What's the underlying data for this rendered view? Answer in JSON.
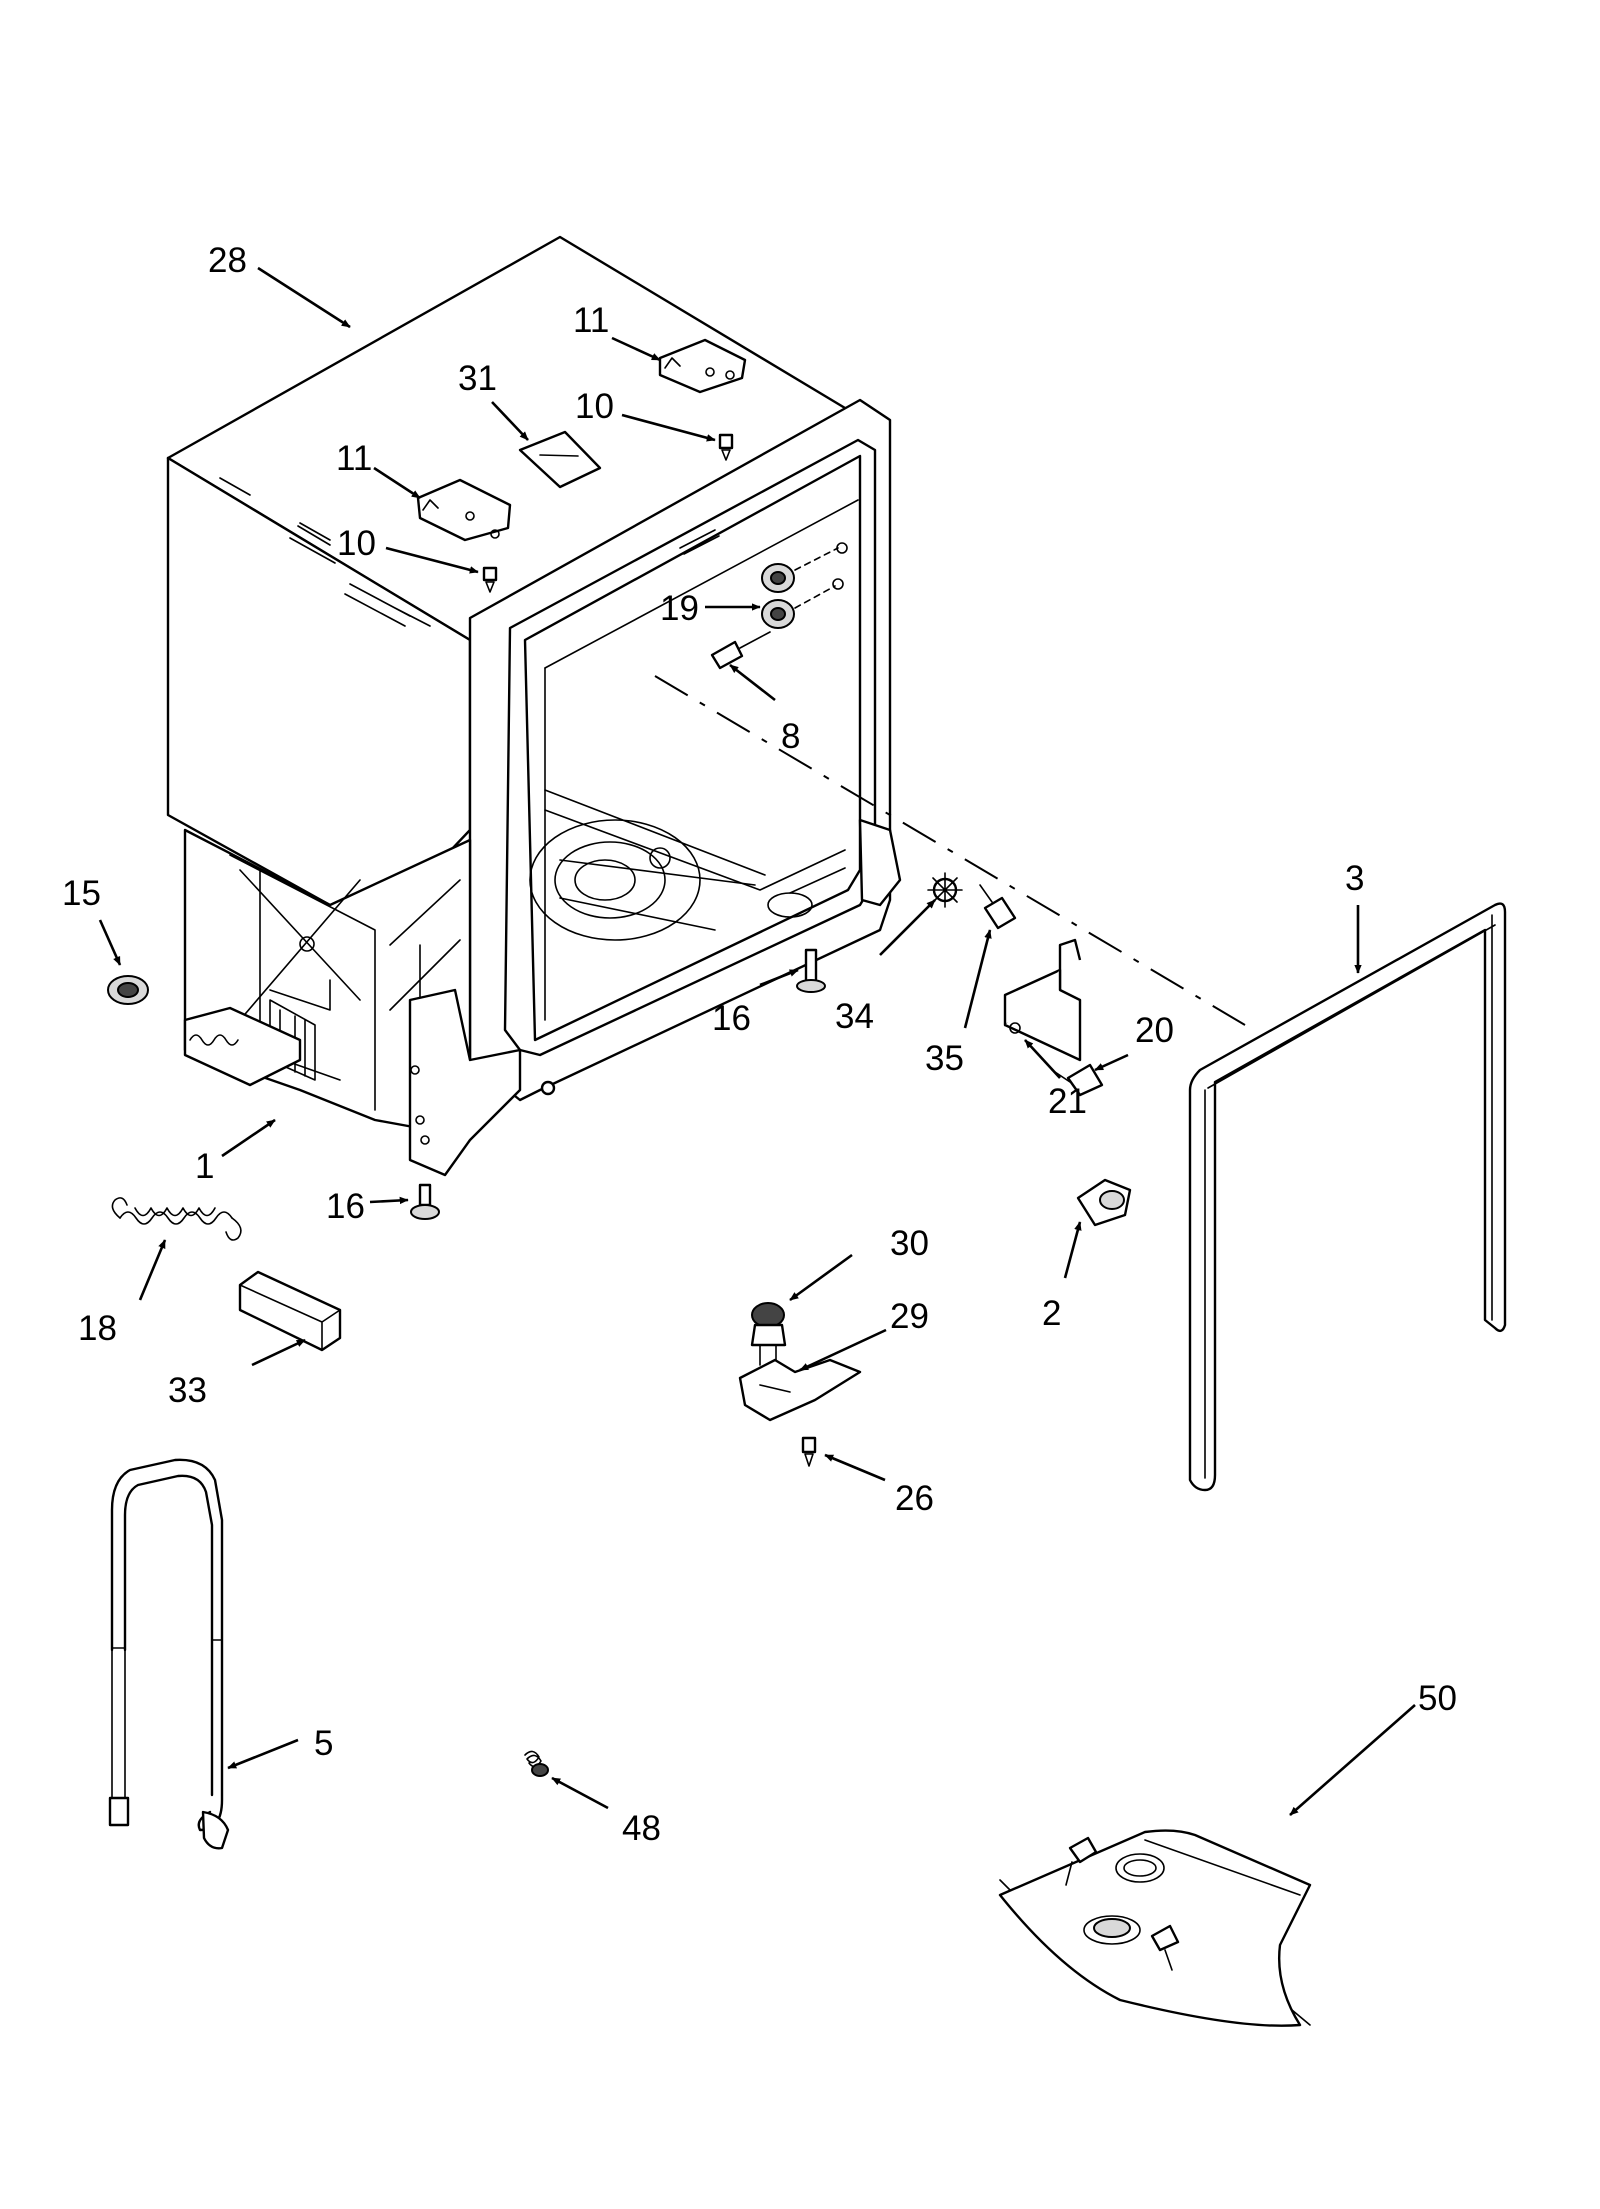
{
  "diagram": {
    "callouts": [
      {
        "id": "28",
        "text": "28"
      },
      {
        "id": "11a",
        "text": "11"
      },
      {
        "id": "31",
        "text": "31"
      },
      {
        "id": "10a",
        "text": "10"
      },
      {
        "id": "11b",
        "text": "11"
      },
      {
        "id": "10b",
        "text": "10"
      },
      {
        "id": "19",
        "text": "19"
      },
      {
        "id": "8",
        "text": "8"
      },
      {
        "id": "3",
        "text": "3"
      },
      {
        "id": "15",
        "text": "15"
      },
      {
        "id": "16a",
        "text": "16"
      },
      {
        "id": "34",
        "text": "34"
      },
      {
        "id": "35",
        "text": "35"
      },
      {
        "id": "20",
        "text": "20"
      },
      {
        "id": "21",
        "text": "21"
      },
      {
        "id": "1",
        "text": "1"
      },
      {
        "id": "16b",
        "text": "16"
      },
      {
        "id": "30",
        "text": "30"
      },
      {
        "id": "18",
        "text": "18"
      },
      {
        "id": "29",
        "text": "29"
      },
      {
        "id": "2",
        "text": "2"
      },
      {
        "id": "33",
        "text": "33"
      },
      {
        "id": "26",
        "text": "26"
      },
      {
        "id": "5",
        "text": "5"
      },
      {
        "id": "50",
        "text": "50"
      },
      {
        "id": "48",
        "text": "48"
      }
    ]
  }
}
